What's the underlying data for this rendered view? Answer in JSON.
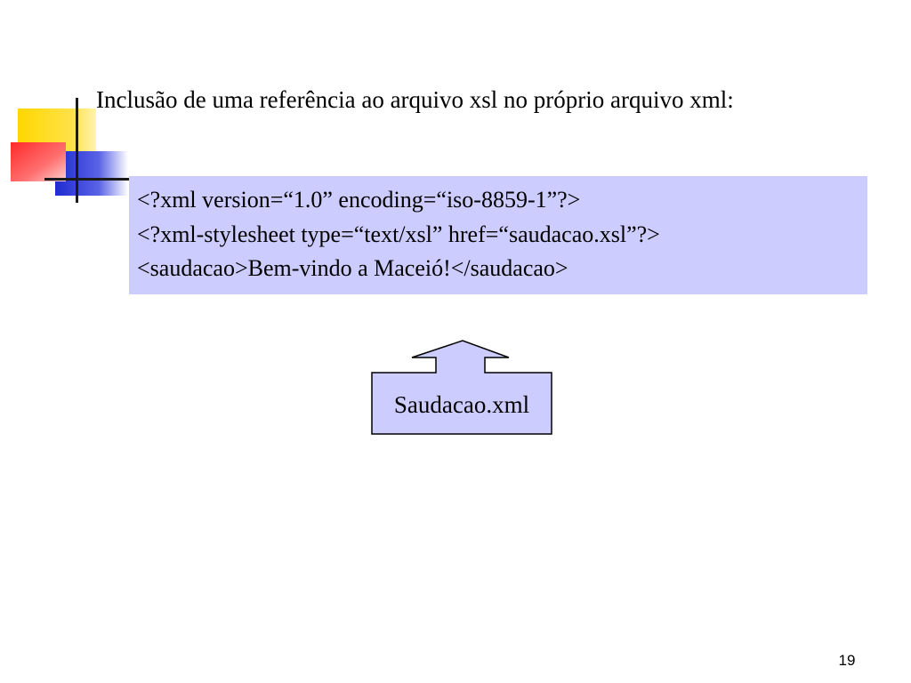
{
  "slide": {
    "title": "Inclusão de uma referência ao arquivo xsl no próprio arquivo xml:",
    "code_lines": [
      "<?xml version=“1.0” encoding=“iso-8859-1”?>",
      "<?xml-stylesheet type=“text/xsl” href=“saudacao.xsl”?>",
      "<saudacao>Bem-vindo a Maceió!</saudacao>"
    ],
    "callout_label": "Saudacao.xml",
    "page_number": "19"
  },
  "colors": {
    "code_box_background": "#ccccff",
    "callout_fill": "#ccccff",
    "logo_yellow": "#ffd700",
    "logo_red": "#ff4040",
    "logo_blue": "#2b35d6"
  }
}
